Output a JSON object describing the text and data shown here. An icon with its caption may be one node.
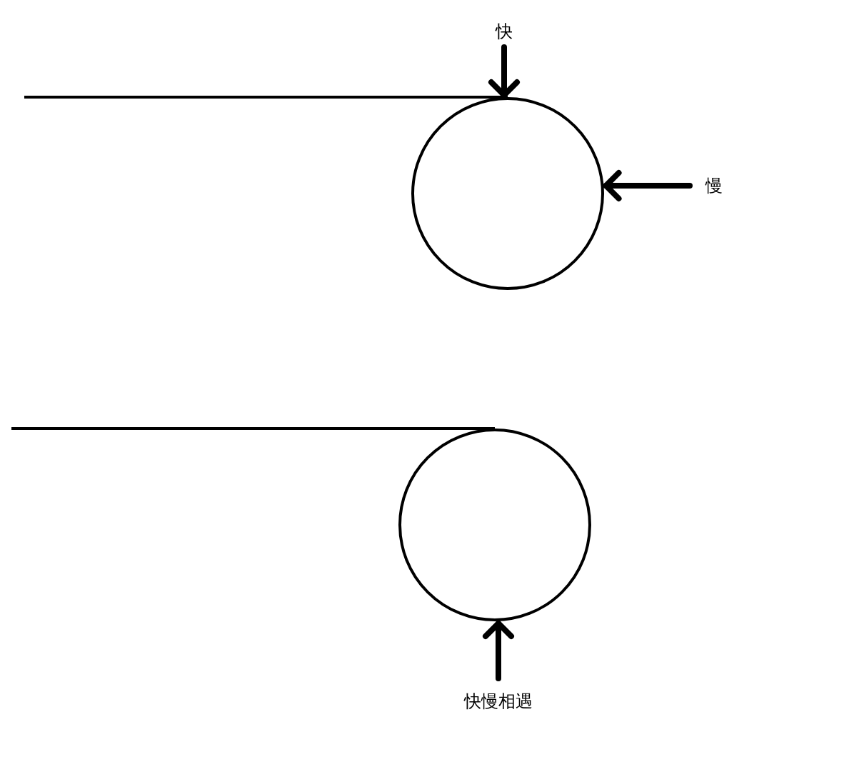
{
  "diagram": {
    "nodes": [
      {
        "text": [
          "快"
        ]
      },
      {
        "text": [],
        "shape": "circle"
      },
      {
        "text": [
          "慢"
        ]
      },
      {
        "text": [],
        "shape": "circle"
      },
      {
        "text": [
          "快慢相遇"
        ]
      }
    ],
    "edges": [
      {
        "from": null,
        "to": 1,
        "arrow": "none"
      },
      {
        "from": 0,
        "to": 1,
        "arrow": "to"
      },
      {
        "from": 2,
        "to": 1,
        "arrow": "to"
      },
      {
        "from": null,
        "to": 3,
        "arrow": "none"
      },
      {
        "from": 4,
        "to": 3,
        "arrow": "to"
      }
    ]
  }
}
